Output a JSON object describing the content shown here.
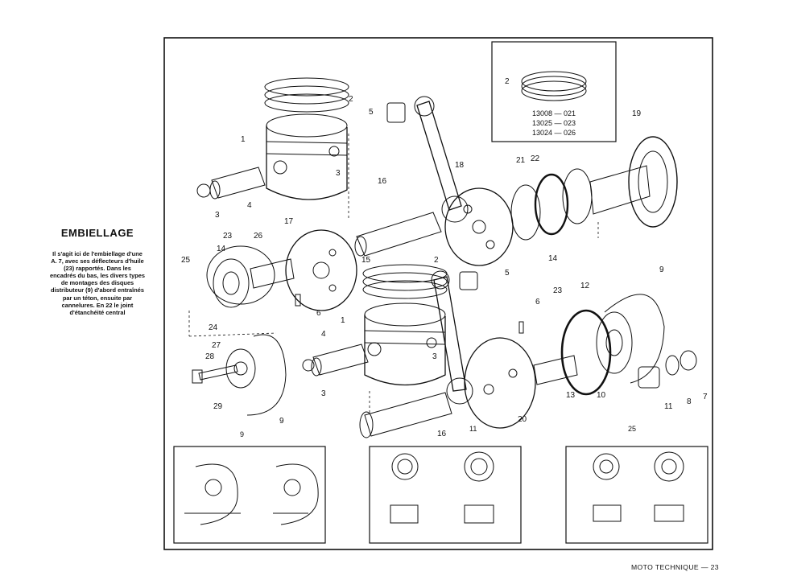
{
  "sidebar": {
    "heading": "EMBIELLAGE",
    "caption": "Il s'agit ici de l'embiellage d'une A. 7, avec ses déflecteurs d'huile (23) rapportés. Dans les encadrés du bas, les divers types de montages des disques distributeur (9) d'abord entraînés par un téton, ensuite par cannelures. En 22 le joint d'étanchéité central"
  },
  "figure": {
    "ring_codes": [
      "13008 — 021",
      "13025 — 023",
      "13024 — 026"
    ],
    "inset_labels": [
      "9",
      "11",
      "25"
    ],
    "callouts": [
      "1",
      "2",
      "3",
      "4",
      "5",
      "6",
      "7",
      "8",
      "9",
      "10",
      "11",
      "12",
      "13",
      "14",
      "15",
      "16",
      "17",
      "18",
      "19",
      "20",
      "21",
      "22",
      "23",
      "24",
      "25",
      "26",
      "27",
      "28",
      "29"
    ]
  },
  "footer": {
    "text": "MOTO TECHNIQUE — 23"
  }
}
